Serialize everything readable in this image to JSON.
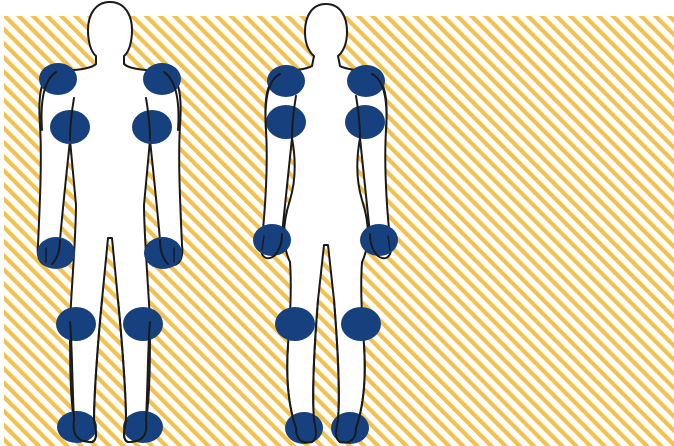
{
  "colors": {
    "background": "#ffffff",
    "stripe": "#f2c14e",
    "outline": "#1a1a1a",
    "figure_fill": "#ffffff",
    "marker": "#17407e"
  },
  "figures": [
    {
      "name": "male-figure",
      "markers": [
        "left-shoulder",
        "right-shoulder",
        "left-elbow",
        "right-elbow",
        "left-hand",
        "right-hand",
        "left-knee",
        "right-knee",
        "left-foot",
        "right-foot"
      ]
    },
    {
      "name": "female-figure",
      "markers": [
        "left-shoulder",
        "right-shoulder",
        "left-elbow",
        "right-elbow",
        "left-hand",
        "right-hand",
        "left-knee",
        "right-knee",
        "left-foot",
        "right-foot"
      ]
    }
  ]
}
